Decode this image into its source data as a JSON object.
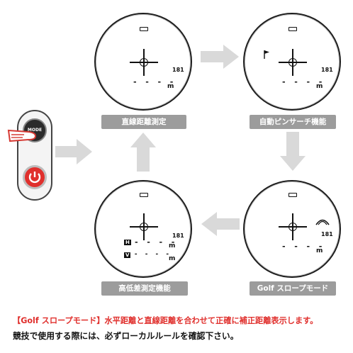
{
  "device": {
    "mode_label": "MODE"
  },
  "panels": [
    {
      "label": "直線距離測定",
      "dashes": "- - - -",
      "unit": "m",
      "bars": "181"
    },
    {
      "label": "自動ピンサーチ機能",
      "dashes": "- - - -",
      "unit": "m",
      "bars": "181"
    },
    {
      "label": "Golf スロープモード",
      "dashes": "- - - -",
      "unit": "m",
      "bars": "181"
    },
    {
      "label": "高低差測定機能",
      "dashes_h": "- - - -",
      "dashes_v": "- - - -",
      "unit": "m",
      "bars": "181",
      "h_tag": "H",
      "v_tag": "V"
    }
  ],
  "footer": {
    "line1_tag": "【Golf スロープモード】",
    "line1_text": "水平距離と直線距離を合わせて正確に補正距離表示します。",
    "line2": "競技で使用する際には、必ずローカルルールを確認下さい。"
  },
  "colors": {
    "label_bg": "#9c9c9c",
    "arrow": "#d9d9d9",
    "accent_red": "#e0302d"
  }
}
